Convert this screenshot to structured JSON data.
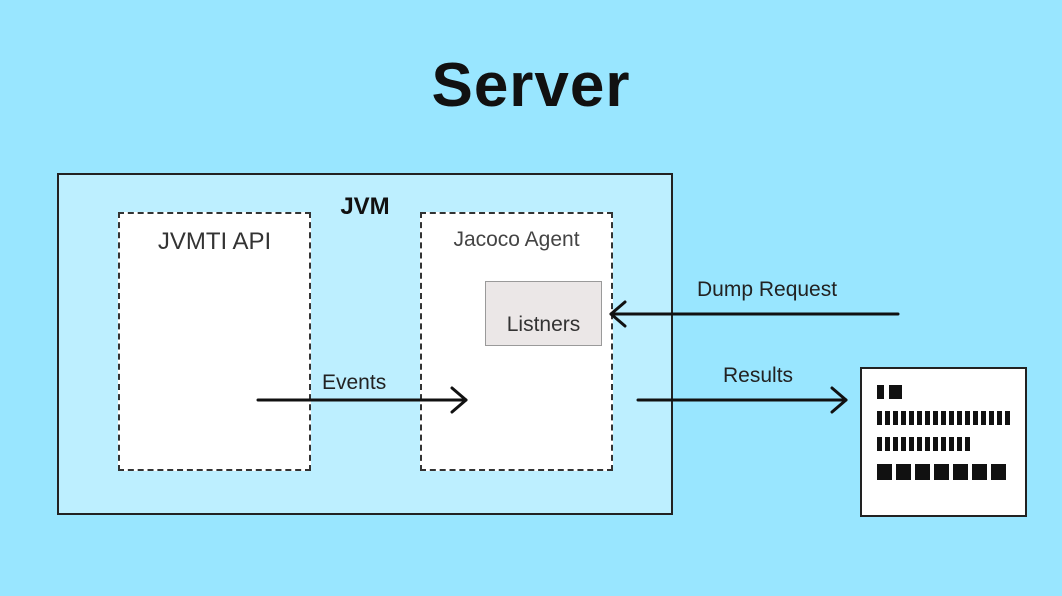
{
  "diagram": {
    "title": "Server",
    "jvm": {
      "label": "JVM"
    },
    "jvmti": {
      "label": "JVMTI API"
    },
    "agent": {
      "label": "Jacoco Agent"
    },
    "listeners": {
      "label": "Listners"
    },
    "edges": {
      "events": "Events",
      "dump_request": "Dump Request",
      "results": "Results"
    },
    "report": {
      "icon": "coverage-report-icon"
    }
  },
  "colors": {
    "background": "#99e6ff",
    "jvm_fill": "#bdefff",
    "box_fill": "#ffffff",
    "listeners_fill": "#ebe7e7",
    "ink": "#111111"
  }
}
